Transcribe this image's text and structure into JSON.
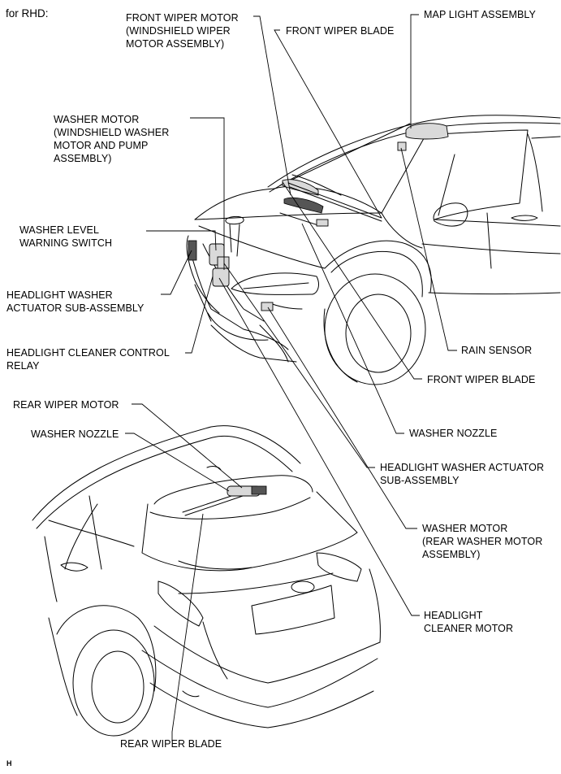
{
  "header": "for RHD:",
  "footer_mark": "H",
  "labels": {
    "front_wiper_motor": "FRONT WIPER MOTOR\n(WINDSHIELD WIPER\nMOTOR ASSEMBLY)",
    "front_wiper_blade_top": "FRONT WIPER BLADE",
    "map_light": "MAP LIGHT ASSEMBLY",
    "washer_motor_front": "WASHER MOTOR\n(WINDSHIELD WASHER\nMOTOR AND PUMP\nASSEMBLY)",
    "washer_level": "WASHER LEVEL\nWARNING SWITCH",
    "headlight_washer_actuator_left": "HEADLIGHT WASHER\nACTUATOR SUB-ASSEMBLY",
    "headlight_cleaner_relay": "HEADLIGHT CLEANER CONTROL\nRELAY",
    "rain_sensor": "RAIN SENSOR",
    "front_wiper_blade_right": "FRONT WIPER BLADE",
    "rear_wiper_motor": "REAR WIPER MOTOR",
    "washer_nozzle_rear": "WASHER NOZZLE",
    "washer_nozzle_front": "WASHER NOZZLE",
    "headlight_washer_actuator_right": "HEADLIGHT WASHER ACTUATOR\nSUB-ASSEMBLY",
    "washer_motor_rear": "WASHER MOTOR\n(REAR WASHER MOTOR\nASSEMBLY)",
    "headlight_cleaner_motor": "HEADLIGHT\nCLEANER MOTOR",
    "rear_wiper_blade": "REAR WIPER BLADE"
  }
}
